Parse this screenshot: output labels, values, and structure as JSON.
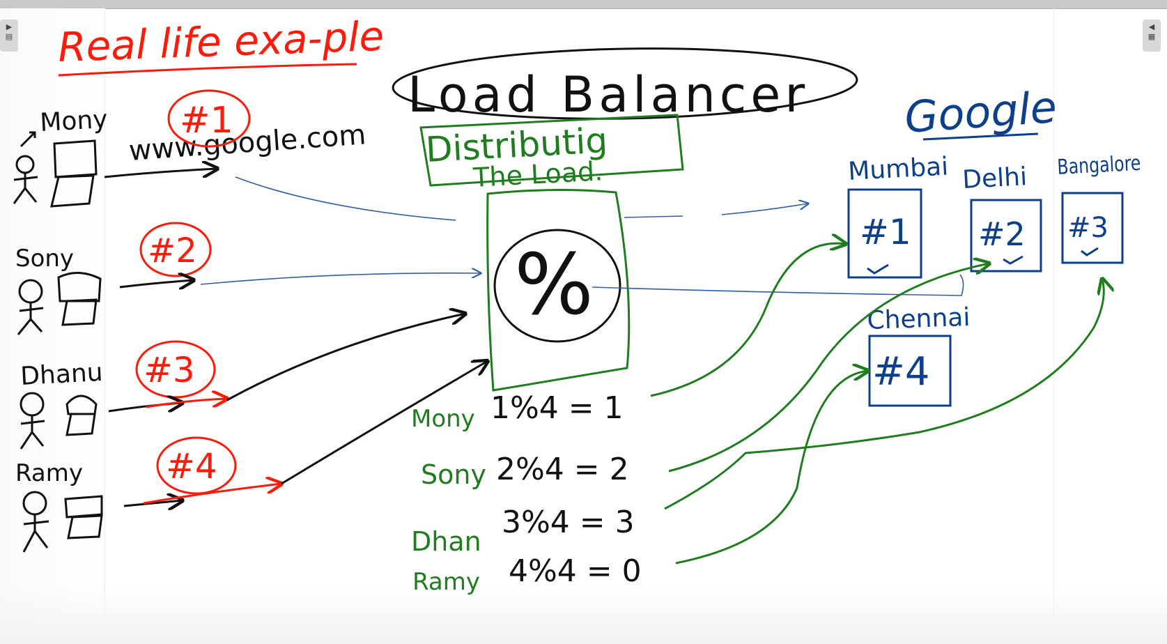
{
  "header": {
    "title": "Real life exa-ple"
  },
  "url_label": "www.google.com",
  "load_balancer": {
    "title": "Load Balancer",
    "subtitle_line1": "Distributig",
    "subtitle_line2": "The Load.",
    "symbol": "%"
  },
  "users": [
    {
      "name": "Mony",
      "request": "#1"
    },
    {
      "name": "Sony",
      "request": "#2"
    },
    {
      "name": "Dhanu",
      "request": "#3"
    },
    {
      "name": "Ramy",
      "request": "#4"
    }
  ],
  "equations": [
    {
      "name": "Mony",
      "expr": "1%4 = 1"
    },
    {
      "name": "Sony",
      "expr": "2%4 = 2"
    },
    {
      "name": "Dhan",
      "expr": "3%4 = 3"
    },
    {
      "name": "Ramy",
      "expr": "4%4 = 0"
    }
  ],
  "provider": {
    "name": "Google"
  },
  "servers": [
    {
      "city": "Mumbai",
      "label": "#1"
    },
    {
      "city": "Delhi",
      "label": "#2"
    },
    {
      "city": "Bangalore",
      "label": "#3"
    },
    {
      "city": "Chennai",
      "label": "#4"
    }
  ],
  "colors": {
    "red": "#ff1a0a",
    "green": "#1f7d1f",
    "blue": "#0d3f8a",
    "black": "#111111"
  },
  "icons": {
    "left_panel": "play-icon",
    "right_panel": "collapse-icon"
  }
}
